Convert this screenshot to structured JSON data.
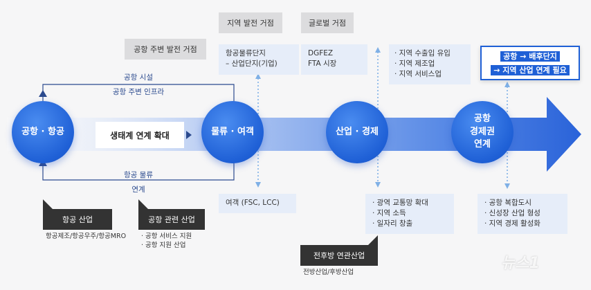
{
  "nodes": {
    "airport": "공항 · 항공",
    "logistics": "물류 · 여객",
    "industry": "산업 · 경제",
    "econ_line1": "공항",
    "econ_line2": "경제권",
    "econ_line3": "연계"
  },
  "center_box": "생태계 연계 확대",
  "top_arc": {
    "line1": "공항 시설",
    "line2": "공항 주변 인프라"
  },
  "bottom_arc": {
    "line1": "항공 물류",
    "line2": "연계"
  },
  "tags": {
    "airport_surround": "공항 주변 발전 거점",
    "regional": "지역 발전 거점",
    "global": "글로벌 거점",
    "aviation_industry": "항공 산업",
    "airport_related": "공항 관련 산업",
    "forward_backward": "전후방 연관산업"
  },
  "boxes": {
    "logistics_top_1": "항공물류단지",
    "logistics_top_2": "–  산업단지(기업)",
    "global_1": "DGFEZ",
    "global_2": "FTA 시장",
    "regional_items": [
      "· 지역 수출입 유입",
      "· 지역 제조업",
      "· 지역 서비스업"
    ],
    "passenger": "여객 (FSC, LCC)",
    "industry_items": [
      "· 광역 교통망 확대",
      "· 지역 소득",
      "· 일자리 창출"
    ],
    "econ_items": [
      "· 공항 복합도시",
      "· 신성장 산업 형성",
      "· 지역 경제 활성화"
    ]
  },
  "notes": {
    "aviation": "항공제조/항공우주/항공MRO",
    "related_1": "· 공항 서비스 지원",
    "related_2": "· 공항 지원 산업",
    "forward": "전방산업/후방산업"
  },
  "callout": {
    "line1_a": "공항",
    "line1_b": "배후단지",
    "line2_b": "지역 산업 연계 필요"
  },
  "watermark": "뉴스1",
  "colors": {
    "primary": "#1f60d6",
    "arrow": "#2a63d9",
    "box": "#e6edf9",
    "dark_tag": "#333333",
    "gray_tag": "#dcdcde"
  }
}
